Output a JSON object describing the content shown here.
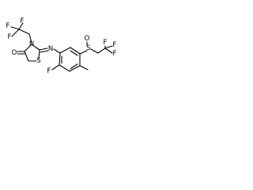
{
  "molecule": {
    "atoms": {
      "ring_n": "N",
      "imine_n": "N",
      "carbonyl_o": "O",
      "ring_s": "S",
      "sulfoxide_s": "S",
      "sulfoxide_o": "O",
      "aryl_f": "F",
      "cf3_a_f1": "F",
      "cf3_a_f2": "F",
      "cf3_a_f3": "F",
      "cf3_b_f1": "F",
      "cf3_b_f2": "F",
      "cf3_b_f3": "F"
    }
  }
}
